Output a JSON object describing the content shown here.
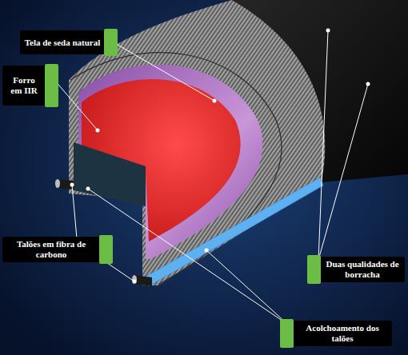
{
  "diagram": {
    "nodes": [
      {
        "text": [
          "Tela de seda natural"
        ]
      },
      {
        "text": [
          "Forro em IIR"
        ]
      },
      {
        "text": [
          "Talões em fibra de carbono"
        ]
      },
      {
        "text": [
          "Duas qualidades de borracha"
        ]
      },
      {
        "text": [
          "Acolchoamento dos talões"
        ]
      }
    ]
  }
}
